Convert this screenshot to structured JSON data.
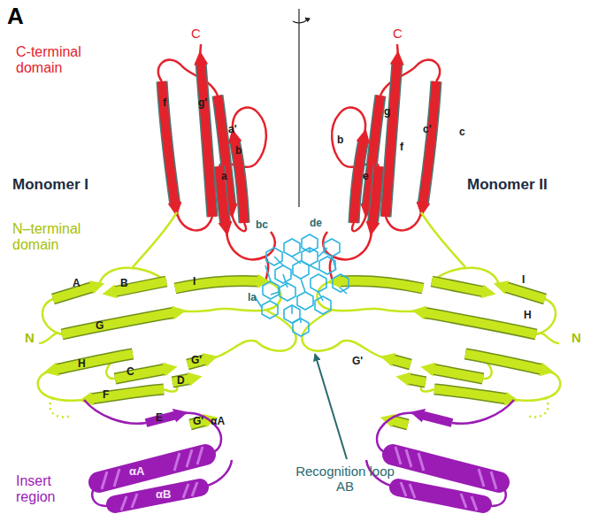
{
  "diagram": {
    "labels": [
      "A",
      "C",
      "C",
      "C-terminal domain",
      "f",
      "g'",
      "a'",
      "b",
      "a",
      "b",
      "g",
      "f",
      "c'",
      "c",
      "e",
      "Monomer I",
      "Monomer II",
      "bc",
      "de",
      "la",
      "N–terminal domain",
      "A",
      "B",
      "I",
      "G",
      "H",
      "C",
      "D",
      "F",
      "E",
      "G'",
      "G'",
      "αA",
      "N",
      "N",
      "I",
      "H",
      "G'",
      "αA",
      "αB",
      "Insert region",
      "Recognition loop AB"
    ]
  }
}
